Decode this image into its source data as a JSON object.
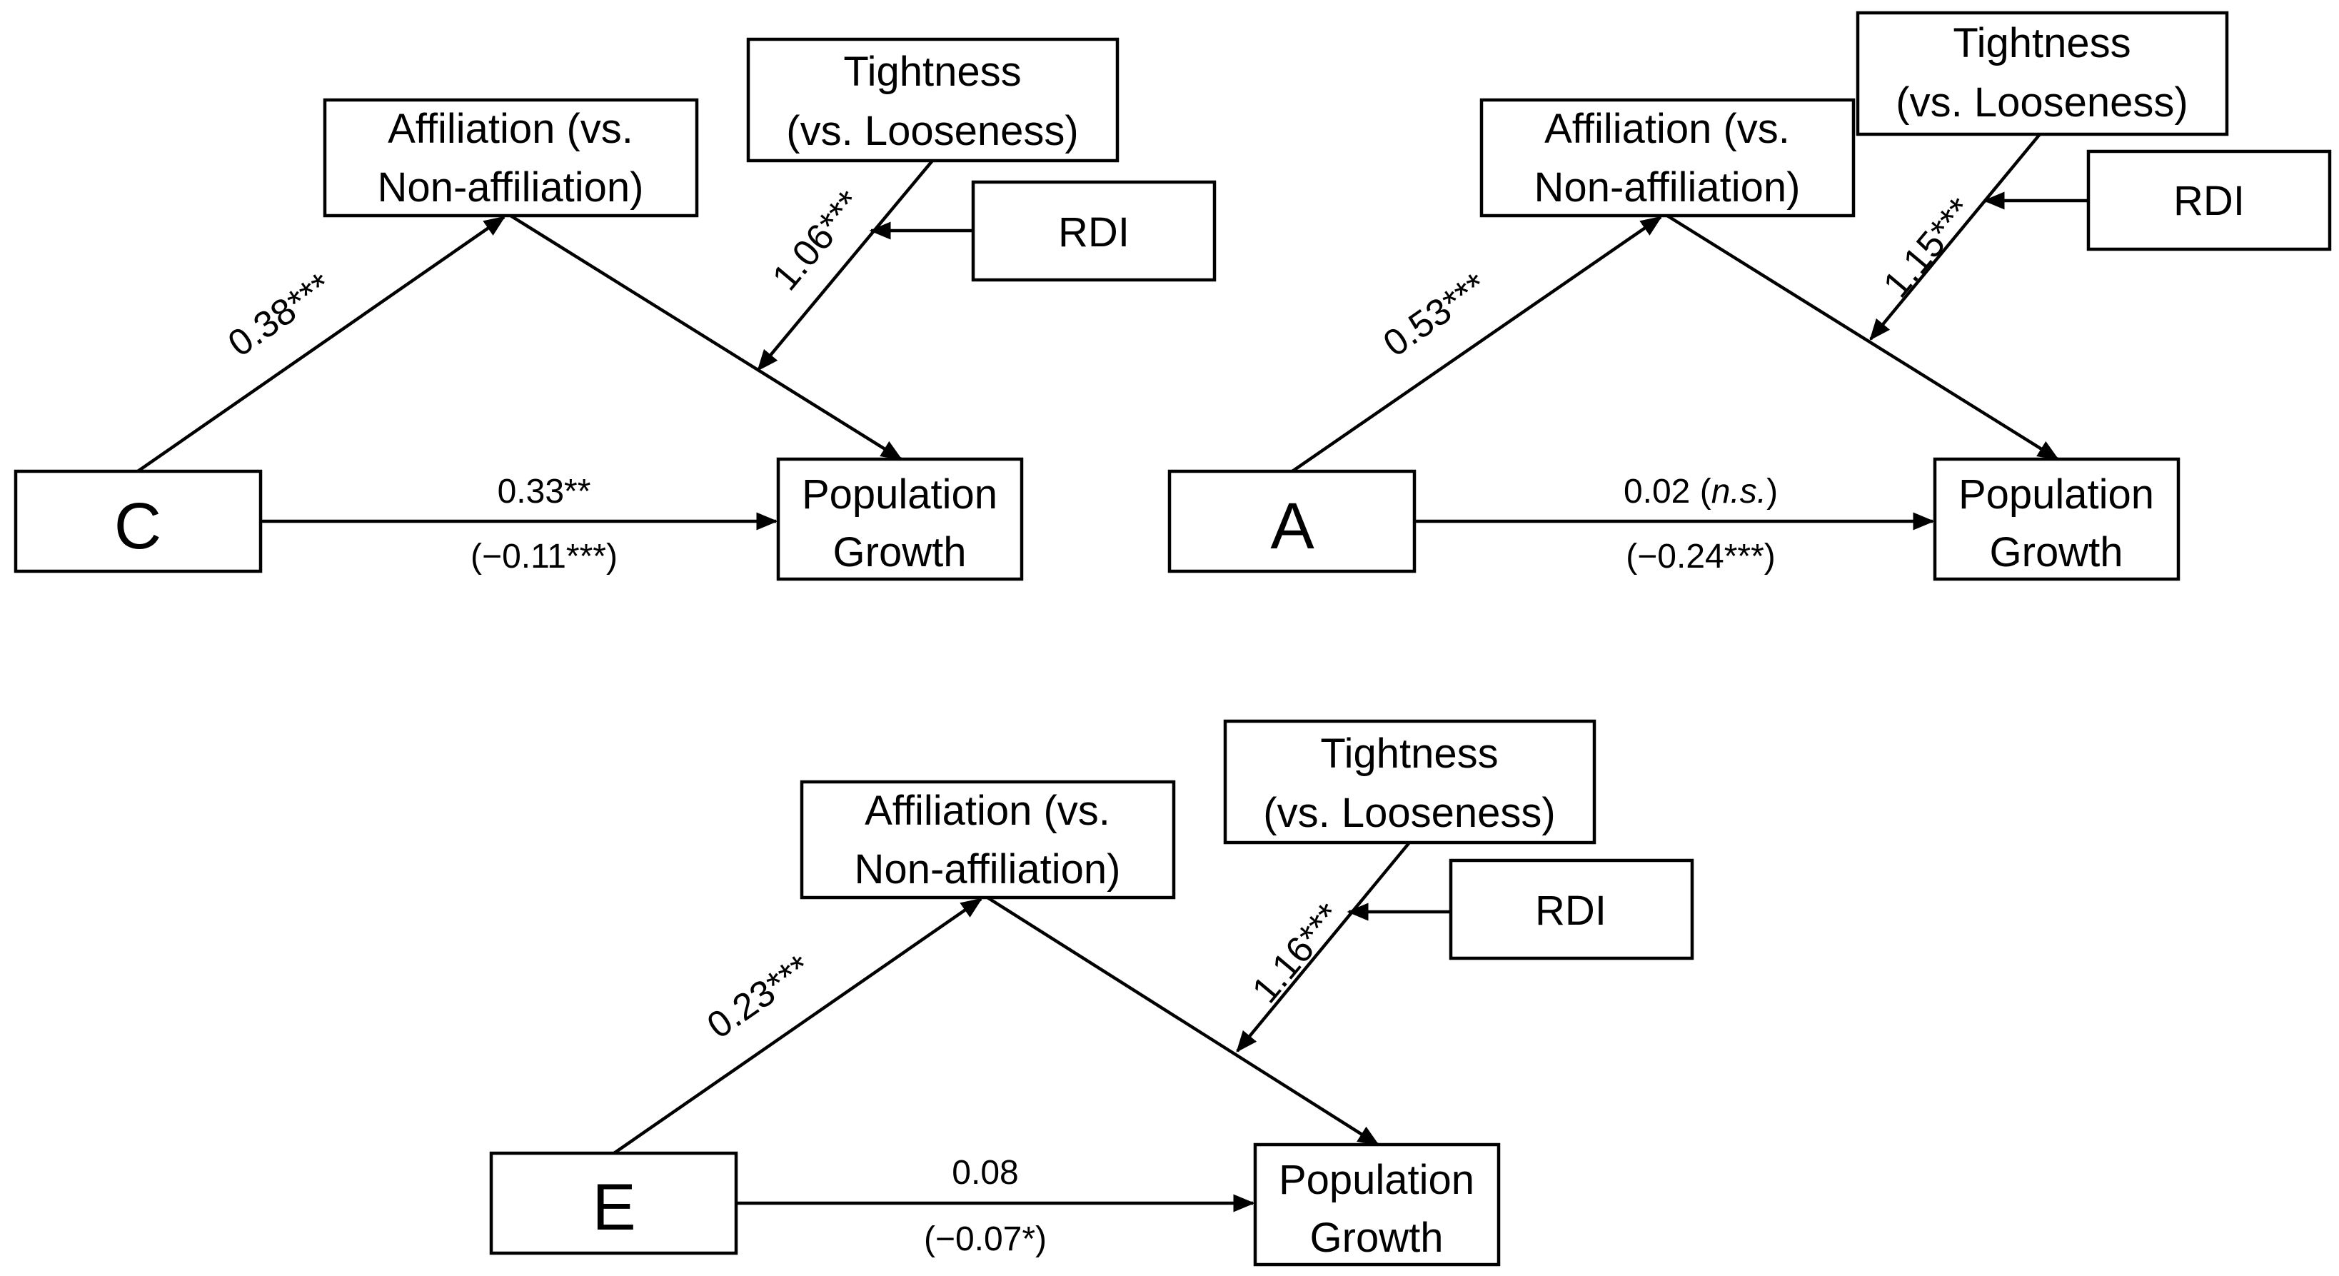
{
  "panels": [
    {
      "letter": "C",
      "affiliation": [
        "Affiliation (vs.",
        "Non-affiliation)"
      ],
      "tightness": [
        "Tightness",
        "(vs. Looseness)"
      ],
      "rdi": "RDI",
      "outcome": [
        "Population",
        "Growth"
      ],
      "coef_a": "0.38***",
      "coef_b": "1.06***",
      "coef_direct": "0.33**",
      "coef_direct_italic": "",
      "coef_total": "(−0.11***)"
    },
    {
      "letter": "A",
      "affiliation": [
        "Affiliation (vs.",
        "Non-affiliation)"
      ],
      "tightness": [
        "Tightness",
        "(vs. Looseness)"
      ],
      "rdi": "RDI",
      "outcome": [
        "Population",
        "Growth"
      ],
      "coef_a": "0.53***",
      "coef_b": "1.15***",
      "coef_direct": "0.02 (",
      "coef_direct_italic": "n.s.",
      "coef_direct_tail": ")",
      "coef_total": "(−0.24***)"
    },
    {
      "letter": "E",
      "affiliation": [
        "Affiliation (vs.",
        "Non-affiliation)"
      ],
      "tightness": [
        "Tightness",
        "(vs. Looseness)"
      ],
      "rdi": "RDI",
      "outcome": [
        "Population",
        "Growth"
      ],
      "coef_a": "0.23***",
      "coef_b": "1.16***",
      "coef_direct": "0.08",
      "coef_direct_italic": "",
      "coef_total": "(−0.07*)"
    }
  ]
}
